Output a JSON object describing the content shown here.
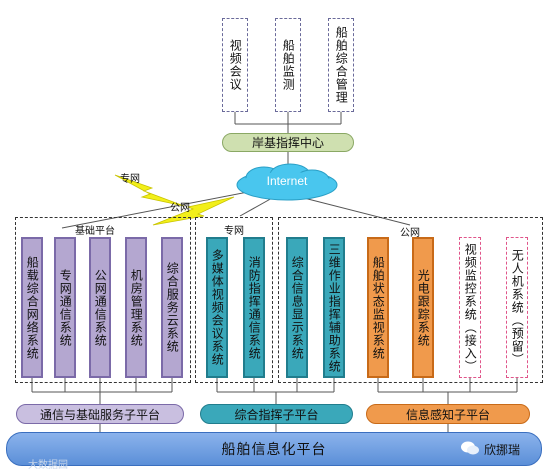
{
  "top_systems": [
    "视频会议",
    "船舶监测",
    "船舶综合管理"
  ],
  "shore_center": "岸基指挥中心",
  "internet": "Internet",
  "links": {
    "private_1": "专网",
    "public_1": "公网"
  },
  "groups": {
    "foundation": {
      "title": "基础平台",
      "items": [
        "船载综合网络系统",
        "专网通信系统",
        "公网通信系统",
        "机房管理系统",
        "综合服务云系统"
      ]
    },
    "command": {
      "title": "专网",
      "items": [
        "多媒体视频会议系统",
        "消防指挥通信系统",
        "综合信息显示系统",
        "三维作业指挥辅助系统"
      ]
    },
    "sensing": {
      "title": "公网",
      "items": [
        "船舶状态监视系统",
        "光电跟踪系统",
        "视频监控系统（接入）",
        "无人机系统（预留）"
      ]
    }
  },
  "subplatforms": [
    "通信与基础服务子平台",
    "综合指挥子平台",
    "信息感知子平台"
  ],
  "main_platform": "船舶信息化平台",
  "watermark_left": "大数据园",
  "watermark_right": "欣挪瑞",
  "colors": {
    "purple": "#b4a7d0",
    "teal": "#3aa8ba",
    "orange": "#f09a4c",
    "platform_blue": "#5b8fd8",
    "shore_green": "#cfe0b0",
    "lightning": "#f2ef1a"
  }
}
